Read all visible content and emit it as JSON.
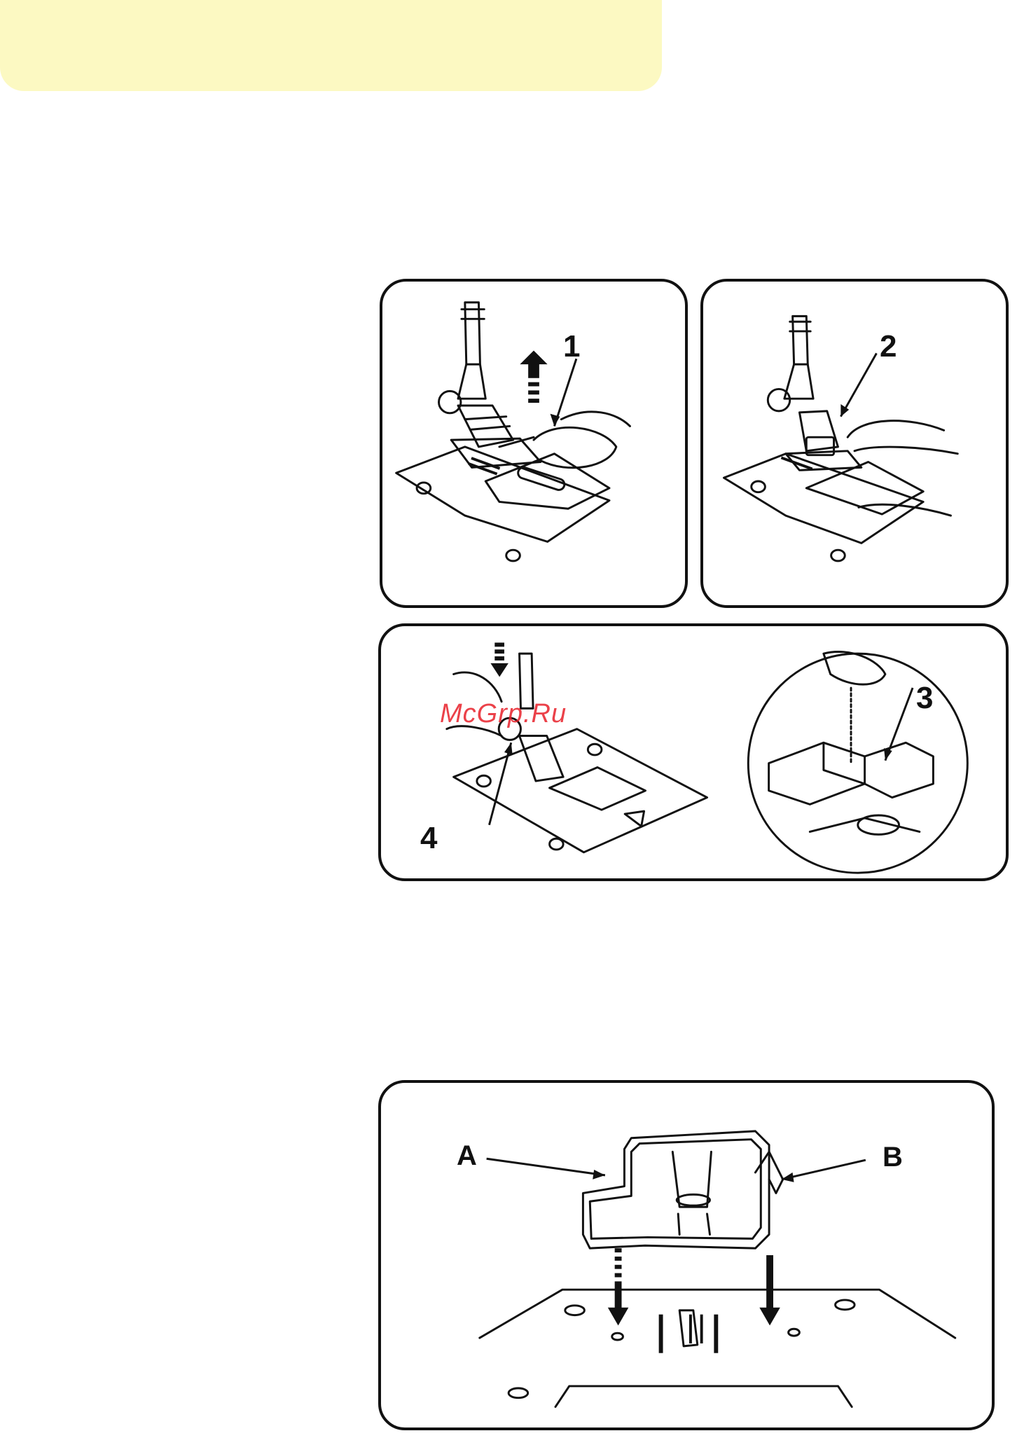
{
  "figure_1": {
    "panels": [
      {
        "label": "1"
      },
      {
        "label": "2"
      },
      {
        "labels": [
          "4",
          "3"
        ]
      }
    ]
  },
  "figure_2": {
    "labels": [
      "A",
      "B"
    ]
  },
  "watermark": "McGrp.Ru",
  "colors": {
    "header_band": "#fcf9c2",
    "watermark": "#e8202a",
    "line": "#111111"
  }
}
